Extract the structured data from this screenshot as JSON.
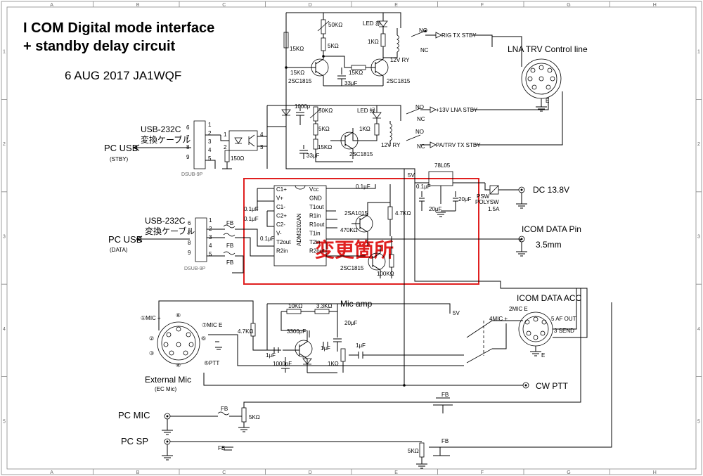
{
  "title": {
    "line1": "I COM Digital mode interface",
    "line2": "+ standby delay circuit",
    "date": "6 AUG 2017  JA1WQF"
  },
  "grid": {
    "cols": [
      "A",
      "B",
      "C",
      "D",
      "E",
      "F",
      "G",
      "H"
    ],
    "rows": [
      "1",
      "2",
      "3",
      "4",
      "5"
    ]
  },
  "highlight": {
    "label": "変更箇所",
    "color": "#e02020"
  },
  "connectors": {
    "stby_usb": {
      "name": "USB-232C",
      "sub": "変換ケーブル",
      "pc": "PC USB",
      "pc_sub": "(STBY)",
      "dsub": "DSUB-9P"
    },
    "data_usb": {
      "name": "USB-232C",
      "sub": "変換ケーブル",
      "pc": "PC USB",
      "pc_sub": "(DATA)",
      "dsub": "DSUB-9P"
    },
    "lna": "LNA TRV Control line",
    "dc": "DC 13.8V",
    "icom_data_pin": "ICOM DATA Pin",
    "icom_data_pin_size": "3.5mm",
    "icom_data_acc": "ICOM DATA ACC",
    "acc_pins": {
      "p2": "2MIC E",
      "p4": "4MIC +",
      "p5": "5 AF OUT",
      "p3": "3 SEND"
    },
    "ext_mic": "External Mic",
    "ext_mic_sub": "(EC Mic)",
    "mic_pins": {
      "p1": "①MIC +",
      "p7": "⑦MIC E",
      "p5": "⑤PTT",
      "n8": "⑧",
      "n2": "②",
      "n3": "③",
      "n4": "④",
      "n6": "⑥"
    },
    "cw_ptt": "CW PTT",
    "pc_mic": "PC MIC",
    "pc_sp": "PC SP"
  },
  "relays": {
    "rig": "RIG TX STBY",
    "lna13": "+13V LNA STBY",
    "pa": "PA/TRV TX STBY",
    "no": "NO",
    "nc": "NC",
    "ry": "12V RY",
    "led_red": "LED 赤",
    "led_green": "LED 緑"
  },
  "parts": {
    "r15k": "15KΩ",
    "r50k": "50KΩ",
    "r5k": "5KΩ",
    "r1k": "1KΩ",
    "c33u": "33μF",
    "c1000p": "1000p",
    "tr1815": "2SC1815",
    "tr1015": "2SA1015",
    "ic": "ADM3202AN",
    "reg": "78L05",
    "v5": "5V",
    "c01u": "0.1μF",
    "c20u": "20μF",
    "r47k": "4.7KΩ",
    "r470k": "470KΩ",
    "r100k": "100KΩ",
    "r150": "150Ω",
    "fb": "FB",
    "polysw": "POLYSW",
    "psw": "PSW",
    "fuse": "1.5A",
    "ic_pins_l": [
      "C1+",
      "V+",
      "C1-",
      "C2+",
      "C2-",
      "V-",
      "T2out",
      "R2in"
    ],
    "ic_pins_r": [
      "Vcc",
      "GND",
      "T1out",
      "R1in",
      "R1out",
      "T1in",
      "T2in",
      "R2out"
    ],
    "micamp": "Mic amp",
    "r10k": "10KΩ",
    "r33k": "3.3KΩ",
    "c3300p": "3300pF",
    "c1u": "1μF",
    "c1000pf": "1000pF",
    "r5kpot": "5KΩ",
    "e": "E"
  }
}
